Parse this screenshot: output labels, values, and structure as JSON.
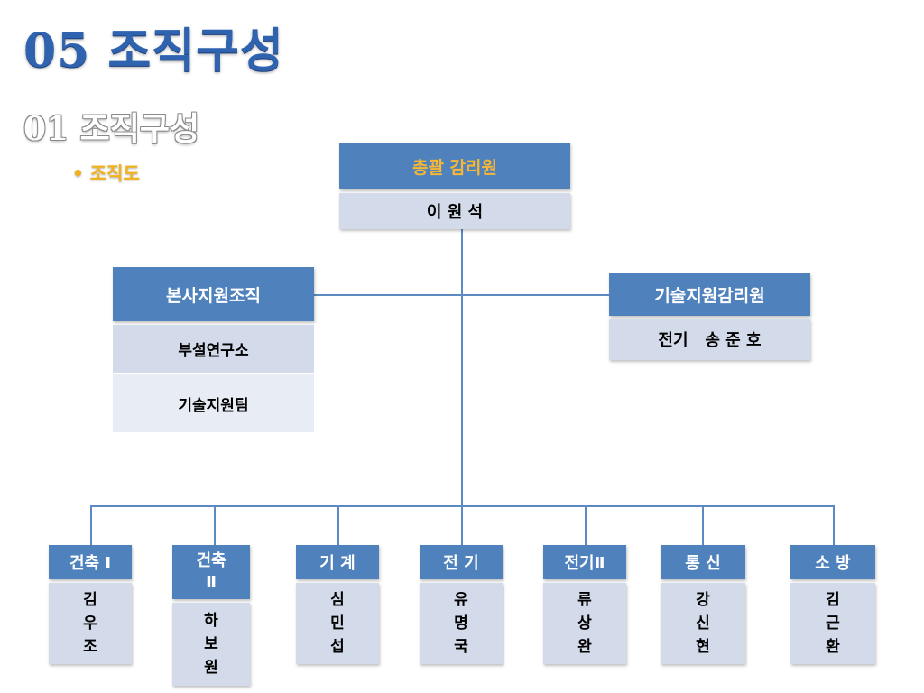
{
  "title": "05 조직구성",
  "subtitle": "01 조직구성",
  "bullet": "• 조직도",
  "top": {
    "role": "총괄 감리원",
    "name": "이 원 석"
  },
  "left": {
    "title": "본사지원조직",
    "items": [
      "부설연구소",
      "기술지원팀"
    ]
  },
  "right": {
    "title": "기술지원감리원",
    "name": "전기   송 준 호"
  },
  "teams": [
    {
      "title": "건축 Ⅰ",
      "members": [
        "김",
        "우",
        "조"
      ]
    },
    {
      "title_line1": "건축",
      "title_line2": "Ⅱ",
      "members": [
        "하",
        "보",
        "원"
      ]
    },
    {
      "title": "기 계",
      "members": [
        "심",
        "민",
        "섭"
      ]
    },
    {
      "title": "전 기",
      "members": [
        "유",
        "명",
        "국"
      ]
    },
    {
      "title": "전기Ⅱ",
      "members": [
        "류",
        "상",
        "완"
      ]
    },
    {
      "title": "통 신",
      "members": [
        "강",
        "신",
        "현"
      ]
    },
    {
      "title": "소 방",
      "members": [
        "김",
        "근",
        "환"
      ]
    }
  ]
}
